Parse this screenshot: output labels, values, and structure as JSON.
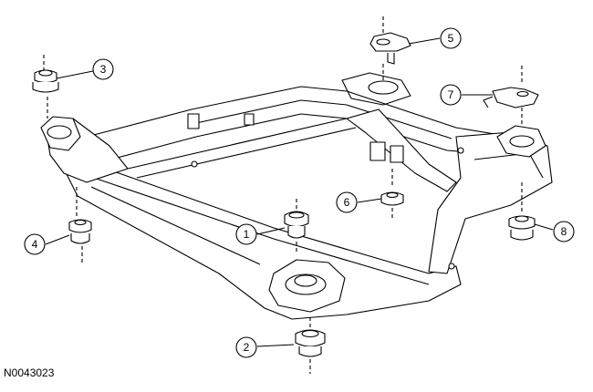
{
  "figure": {
    "id_label": "N0043023"
  },
  "callouts": [
    {
      "number": "1",
      "name": "callout-1"
    },
    {
      "number": "2",
      "name": "callout-2"
    },
    {
      "number": "3",
      "name": "callout-3"
    },
    {
      "number": "4",
      "name": "callout-4"
    },
    {
      "number": "5",
      "name": "callout-5"
    },
    {
      "number": "6",
      "name": "callout-6"
    },
    {
      "number": "7",
      "name": "callout-7"
    },
    {
      "number": "8",
      "name": "callout-8"
    }
  ]
}
